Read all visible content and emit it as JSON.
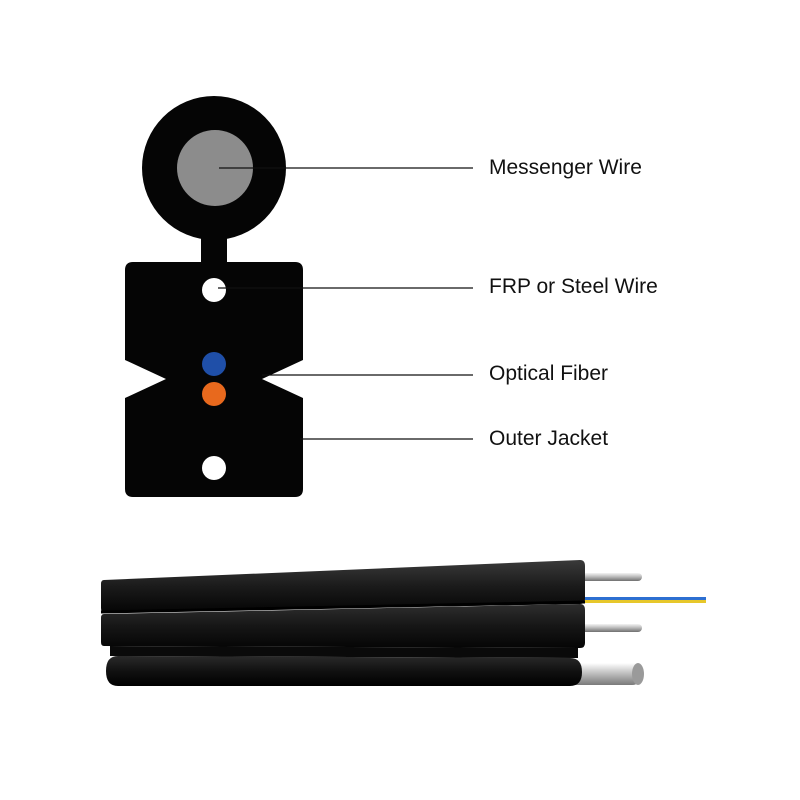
{
  "labels": {
    "messenger_wire": "Messenger Wire",
    "frp_or_steel_wire": "FRP or Steel Wire",
    "optical_fiber": "Optical Fiber",
    "outer_jacket": "Outer Jacket"
  },
  "colors": {
    "jacket": "#050505",
    "messenger_core": "#8c8c8c",
    "fiber_blue": "#1f4fa8",
    "fiber_orange": "#e8691d",
    "leader_line": "#111111"
  }
}
